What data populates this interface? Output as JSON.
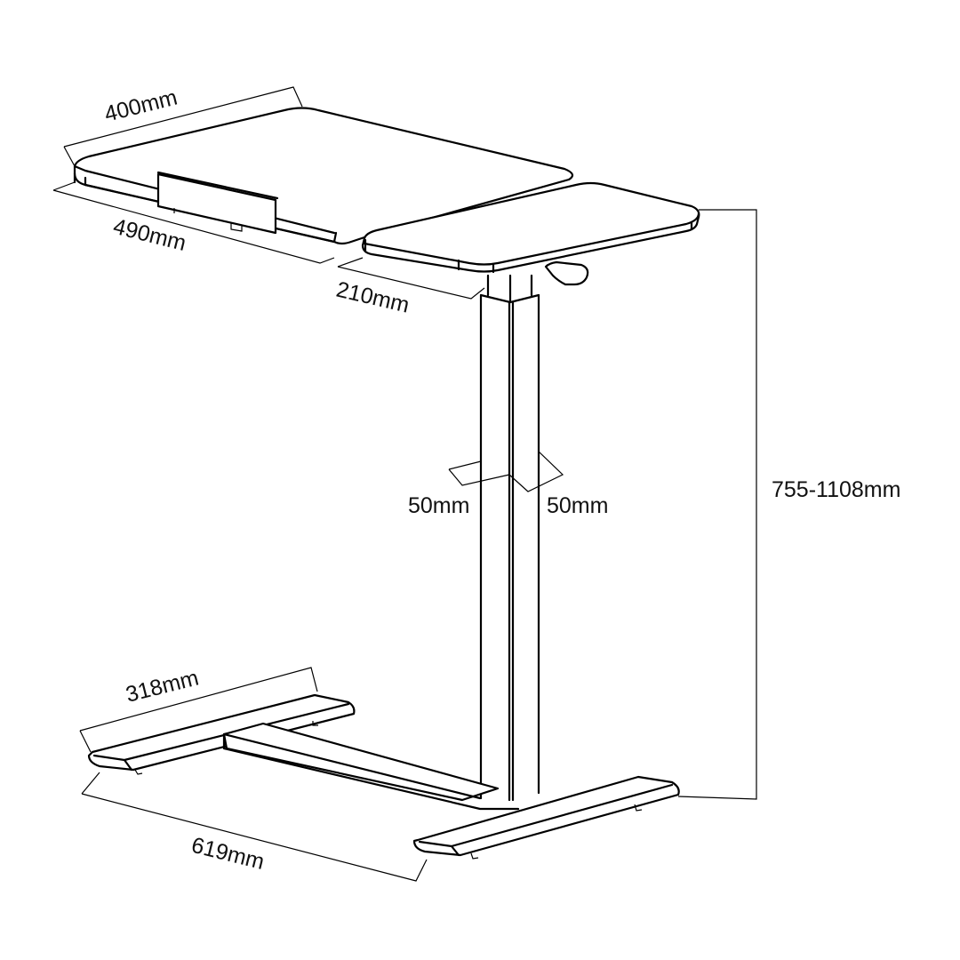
{
  "diagram": {
    "subject": "height-adjustable split-top overbed table",
    "colors": {
      "line": "#000000",
      "background": "#ffffff",
      "text": "#111111"
    },
    "dimensions": {
      "main_top_width": "400mm",
      "main_top_depth": "490mm",
      "side_top_depth": "210mm",
      "column_width": "50mm",
      "column_depth": "50mm",
      "height_range": "755-1108mm",
      "base_width": "318mm",
      "base_length": "619mm"
    }
  }
}
